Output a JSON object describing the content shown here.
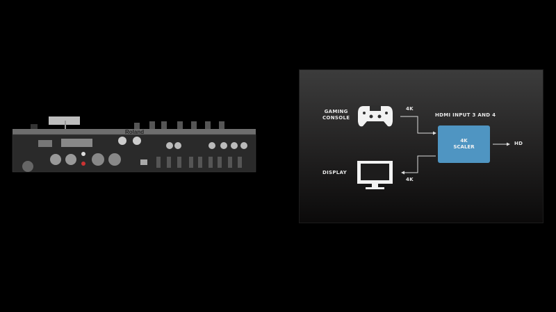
{
  "device": {
    "logo": "Roland",
    "description_hidden": false
  },
  "diagram": {
    "source_label": [
      "GAMING",
      "CONSOLE"
    ],
    "display_label": "DISPLAY",
    "input_resolution": "4K",
    "output_resolution_display": "4K",
    "group_label": "HDMI INPUT 3 AND 4",
    "scaler_label": [
      "4K",
      "SCALER"
    ],
    "output_label": "HD",
    "icons": [
      "game-controller-icon",
      "monitor-icon"
    ],
    "colors": {
      "scaler": "#4f95c2",
      "text": "#e8e8e8"
    }
  }
}
